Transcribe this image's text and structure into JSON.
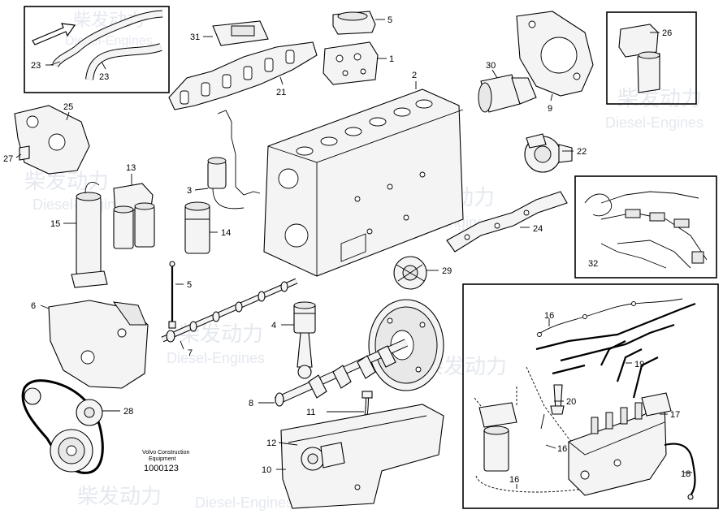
{
  "watermark": {
    "brand_cn": "柴发动力",
    "brand_en": "Diesel-Engines"
  },
  "caption": {
    "line1": "Volvo Construction",
    "line2": "Equipment",
    "number": "1000123"
  },
  "callouts": {
    "c1": "1",
    "c2": "2",
    "c3": "3",
    "c4": "4",
    "c5a": "5",
    "c5b": "5",
    "c6": "6",
    "c7": "7",
    "c8": "8",
    "c9": "9",
    "c10": "10",
    "c11": "11",
    "c12": "12",
    "c13": "13",
    "c14": "14",
    "c15": "15",
    "c16a": "16",
    "c16b": "16",
    "c16c": "16",
    "c17": "17",
    "c18": "18",
    "c19": "19",
    "c20": "20",
    "c21": "21",
    "c22": "22",
    "c23a": "23",
    "c23b": "23",
    "c24": "24",
    "c25": "25",
    "c26": "26",
    "c27": "27",
    "c28": "28",
    "c29": "29",
    "c30": "30",
    "c31": "31",
    "c32": "32"
  }
}
